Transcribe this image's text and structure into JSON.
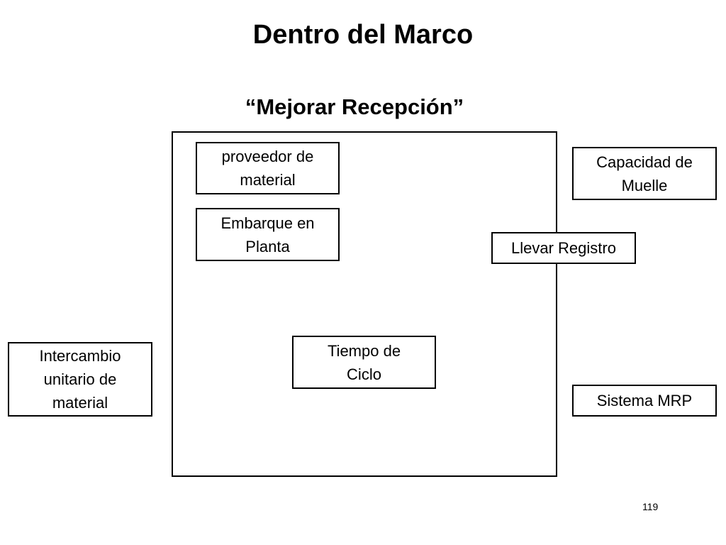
{
  "slide": {
    "title": "Dentro del Marco",
    "subtitle": "“Mejorar Recepción”",
    "page_number": "119"
  },
  "boxes": {
    "proveedor": "proveedor  de\nmaterial",
    "embarque": "Embarque en\nPlanta",
    "tiempo": "Tiempo de\nCiclo",
    "capacidad": "Capacidad de\nMuelle",
    "registro": "Llevar Registro",
    "sistema": "Sistema MRP",
    "intercambio": "Intercambio\nunitario de\nmaterial"
  }
}
